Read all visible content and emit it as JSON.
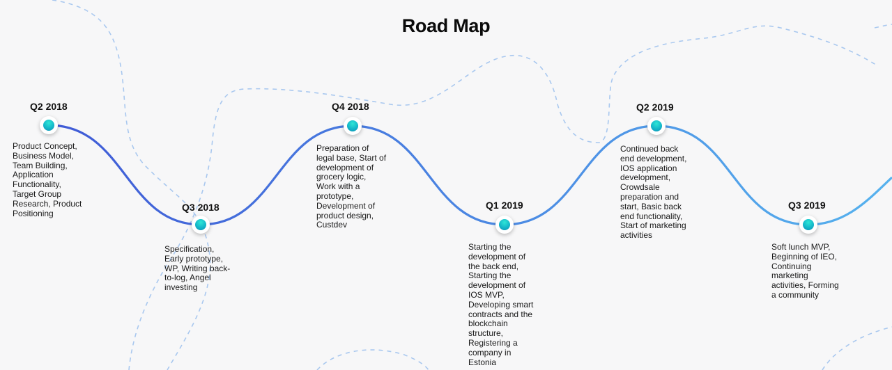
{
  "title": "Road Map",
  "colors": {
    "curve_start": "#3f5ad6",
    "curve_end": "#56b2ee",
    "node": "#16c2cf",
    "dash": "#a9c8ef"
  },
  "milestones": [
    {
      "label": "Q2 2018",
      "text": "Product Concept,\nBusiness Model,\nTeam Building,\nApplication\nFunctionality,\nTarget Group\nResearch, Product\nPositioning"
    },
    {
      "label": "Q3 2018",
      "text": "Specification,\nEarly prototype,\nWP, Writing back-\nto-log, Angel\ninvesting"
    },
    {
      "label": "Q4 2018",
      "text": "Preparation of\nlegal base, Start of\ndevelopment of\ngrocery logic,\nWork with a\nprototype,\nDevelopment of\nproduct design,\nCustdev"
    },
    {
      "label": "Q1 2019",
      "text": "Starting the\ndevelopment of\nthe back end,\nStarting the\ndevelopment of\nIOS MVP,\nDeveloping smart\ncontracts and the\nblockchain\nstructure,\nRegistering a\ncompany in\nEstonia"
    },
    {
      "label": "Q2 2019",
      "text": "Continued back\nend development,\nIOS application\ndevelopment,\nCrowdsale\npreparation and\nstart, Basic back\nend functionality,\nStart of marketing\nactivities"
    },
    {
      "label": "Q3 2019",
      "text": "Soft lunch MVP,\nBeginning of IEO,\nContinuing\nmarketing\nactivities, Forming\na community"
    }
  ]
}
